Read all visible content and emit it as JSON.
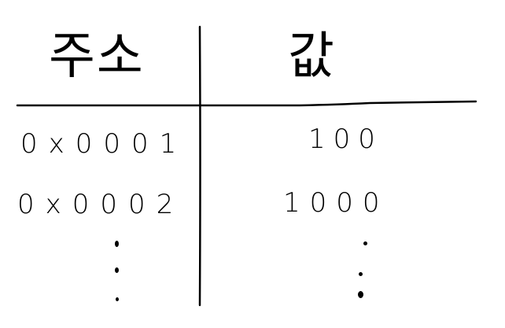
{
  "table": {
    "headers": {
      "address": "주소",
      "value": "값"
    },
    "rows": [
      {
        "address": "0x0001",
        "value": "100"
      },
      {
        "address": "0x0002",
        "value": "1000"
      }
    ],
    "continuation": "⋮"
  }
}
